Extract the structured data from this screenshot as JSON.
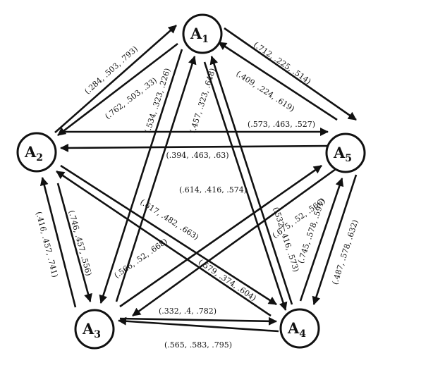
{
  "nodes": [
    {
      "id": "A1",
      "letter": "A",
      "sub": "1"
    },
    {
      "id": "A2",
      "letter": "A",
      "sub": "2"
    },
    {
      "id": "A3",
      "letter": "A",
      "sub": "3"
    },
    {
      "id": "A4",
      "letter": "A",
      "sub": "4"
    },
    {
      "id": "A5",
      "letter": "A",
      "sub": "5"
    }
  ],
  "edges": [
    {
      "from": "A2",
      "to": "A1",
      "label": "(.284, .503, .793)"
    },
    {
      "from": "A1",
      "to": "A2",
      "label": "(.762, .503, .33)"
    },
    {
      "from": "A1",
      "to": "A5",
      "label": "(.712, .225, .514)"
    },
    {
      "from": "A5",
      "to": "A1",
      "label": "(.409, .224, .619)"
    },
    {
      "from": "A2",
      "to": "A5",
      "label": "(.573, .463, .527)"
    },
    {
      "from": "A5",
      "to": "A2",
      "label": "(.394, .463, .63)"
    },
    {
      "from": "A1",
      "to": "A3",
      "label": "(.534, .323, .226)"
    },
    {
      "from": "A3",
      "to": "A1",
      "label": "(.457, .323, .648)"
    },
    {
      "from": "A1",
      "to": "A4",
      "label": "(.614, .416, .574)"
    },
    {
      "from": "A4",
      "to": "A1",
      "label": "(.532, .416, .573)"
    },
    {
      "from": "A2",
      "to": "A4",
      "label": "(.617, .482, .663)"
    },
    {
      "from": "A4",
      "to": "A2",
      "label": "(.579, .374, .604)"
    },
    {
      "from": "A2",
      "to": "A3",
      "label": "(.746, .457, .556)"
    },
    {
      "from": "A3",
      "to": "A2",
      "label": "(.416, .457, .741)"
    },
    {
      "from": "A3",
      "to": "A5",
      "label": "(.566, .52, .668)"
    },
    {
      "from": "A5",
      "to": "A3",
      "label": "(.675, .52, .566)"
    },
    {
      "from": "A5",
      "to": "A4",
      "label": "(.487, .578, .632)"
    },
    {
      "from": "A4",
      "to": "A5",
      "label": "(.745, .578, .591)"
    },
    {
      "from": "A3",
      "to": "A4",
      "label": "(.332, .4, .782)"
    },
    {
      "from": "A4",
      "to": "A3",
      "label": "(.565, .583, .795)"
    }
  ]
}
